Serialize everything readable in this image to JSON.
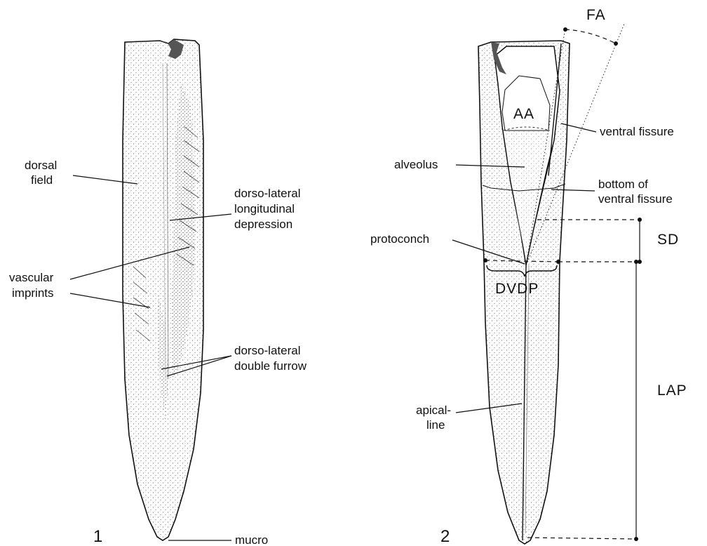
{
  "figure1": {
    "number": "1",
    "labels": {
      "dorsal_field": [
        "dorsal",
        "field"
      ],
      "dorso_lateral_depression": [
        "dorso-lateral",
        "longitudinal",
        "depression"
      ],
      "vascular_imprints": [
        "vascular",
        "imprints"
      ],
      "double_furrow": [
        "dorso-lateral",
        "double furrow"
      ],
      "mucro": "mucro"
    }
  },
  "figure2": {
    "number": "2",
    "labels": {
      "FA": "FA",
      "AA": "AA",
      "ventral_fissure": "ventral fissure",
      "alveolus": "alveolus",
      "bottom_of_ventral_fissure": [
        "bottom of",
        "ventral fissure"
      ],
      "protoconch": "protoconch",
      "SD": "SD",
      "DVDP": "DVDP",
      "LAP": "LAP",
      "apical_line": [
        "apical-",
        "line"
      ]
    }
  }
}
